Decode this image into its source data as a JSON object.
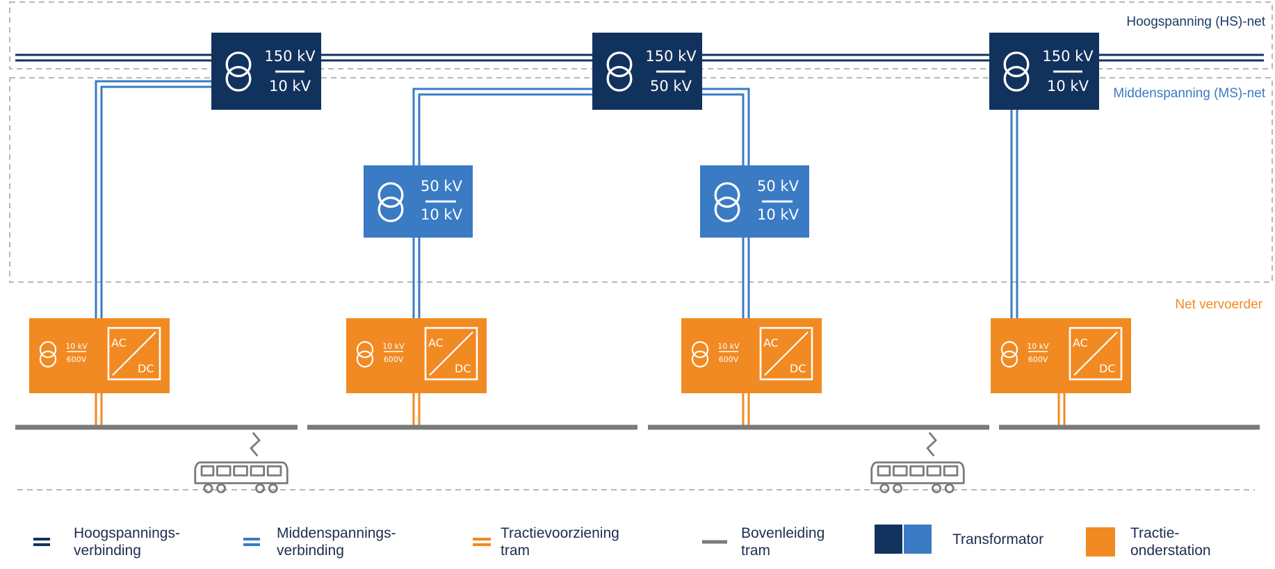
{
  "colors": {
    "hs_dark": "#12325e",
    "ms_blue": "#3a7bc4",
    "orange": "#f18a22",
    "grey": "#7a7a7a",
    "dash": "#b8b8b8"
  },
  "zones": {
    "hs": "Hoogspanning (HS)-net",
    "ms": "Middenspanning (MS)-net",
    "carrier": "Net vervoerder"
  },
  "hv_transformers": [
    {
      "top": "150 kV",
      "bottom": "10 kV"
    },
    {
      "top": "150 kV",
      "bottom": "50 kV"
    },
    {
      "top": "150 kV",
      "bottom": "10 kV"
    }
  ],
  "mv_transformers": [
    {
      "top": "50 kV",
      "bottom": "10 kV"
    },
    {
      "top": "50 kV",
      "bottom": "10 kV"
    }
  ],
  "substations": [
    {
      "top": "10 kV",
      "bottom": "600V",
      "converter_top": "AC",
      "converter_bottom": "DC"
    },
    {
      "top": "10 kV",
      "bottom": "600V",
      "converter_top": "AC",
      "converter_bottom": "DC"
    },
    {
      "top": "10 kV",
      "bottom": "600V",
      "converter_top": "AC",
      "converter_bottom": "DC"
    },
    {
      "top": "10 kV",
      "bottom": "600V",
      "converter_top": "AC",
      "converter_bottom": "DC"
    }
  ],
  "legend": {
    "hs_connection": "Hoogspannings-\nverbinding",
    "ms_connection": "Middenspannings-\nverbinding",
    "traction_supply": "Tractievoorziening\ntram",
    "overhead_line": "Bovenleiding\ntram",
    "transformer": "Transformator",
    "substation": "Tractie-\nonderstation"
  },
  "icons": [
    "transformer-symbol-icon",
    "ac-dc-converter-icon",
    "tram-icon"
  ]
}
